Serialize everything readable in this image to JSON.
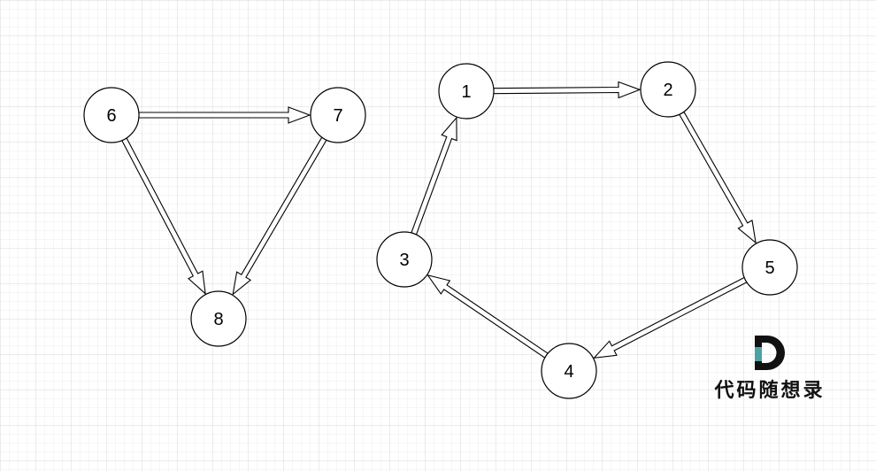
{
  "graph": {
    "nodes": [
      {
        "id": "n1",
        "label": "1"
      },
      {
        "id": "n2",
        "label": "2"
      },
      {
        "id": "n3",
        "label": "3"
      },
      {
        "id": "n4",
        "label": "4"
      },
      {
        "id": "n5",
        "label": "5"
      },
      {
        "id": "n6",
        "label": "6"
      },
      {
        "id": "n7",
        "label": "7"
      },
      {
        "id": "n8",
        "label": "8"
      }
    ],
    "edges": [
      {
        "from": "n1",
        "to": "n2"
      },
      {
        "from": "n2",
        "to": "n5"
      },
      {
        "from": "n5",
        "to": "n4"
      },
      {
        "from": "n4",
        "to": "n3"
      },
      {
        "from": "n3",
        "to": "n1"
      },
      {
        "from": "n6",
        "to": "n7"
      },
      {
        "from": "n6",
        "to": "n8"
      },
      {
        "from": "n7",
        "to": "n8"
      }
    ]
  },
  "logo": {
    "text": "代码随想录",
    "colors": {
      "dark": "#111111",
      "teal": "#4aa3a2"
    }
  },
  "colors": {
    "grid_minor": "#ececec",
    "grid_major": "#d9d9d9",
    "stroke": "#000000"
  }
}
